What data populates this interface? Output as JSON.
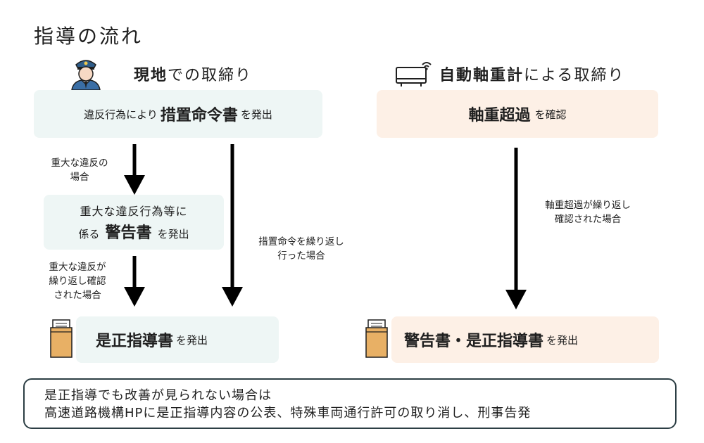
{
  "title": "指導の流れ",
  "left": {
    "section_bold": "現地",
    "section_rest": "での取締り",
    "box1_pre": "違反行為により",
    "box1_bold": "措置命令書",
    "box1_post": "を発出",
    "label1_line1": "重大な違反の",
    "label1_line2": "場合",
    "box2_line1": "重大な違反行為等に",
    "box2_pre": "係る",
    "box2_bold": "警告書",
    "box2_post": "を発出",
    "label2_line1": "重大な違反が",
    "label2_line2": "繰り返し確認",
    "label2_line3": "された場合",
    "label3_line1": "措置命令を繰り返し",
    "label3_line2": "行った場合",
    "box3_bold": "是正指導書",
    "box3_post": "を発出"
  },
  "right": {
    "section_bold": "自動軸重計",
    "section_rest": "による取締り",
    "box1_bold": "軸重超過",
    "box1_post": "を確認",
    "label1_line1": "軸重超過が繰り返し",
    "label1_line2": "確認された場合",
    "box2_bold": "警告書・是正指導書",
    "box2_post": "を発出"
  },
  "note": {
    "line1": "是正指導でも改善が見られない場合は",
    "line2": "高速道路機構HPに是正指導内容の公表、特殊車両通行許可の取り消し、刑事告発"
  },
  "colors": {
    "blue_box": "#eef6f5",
    "peach_box": "#fdf0e6",
    "arrow": "#000000",
    "note_border": "#2c3e44"
  }
}
